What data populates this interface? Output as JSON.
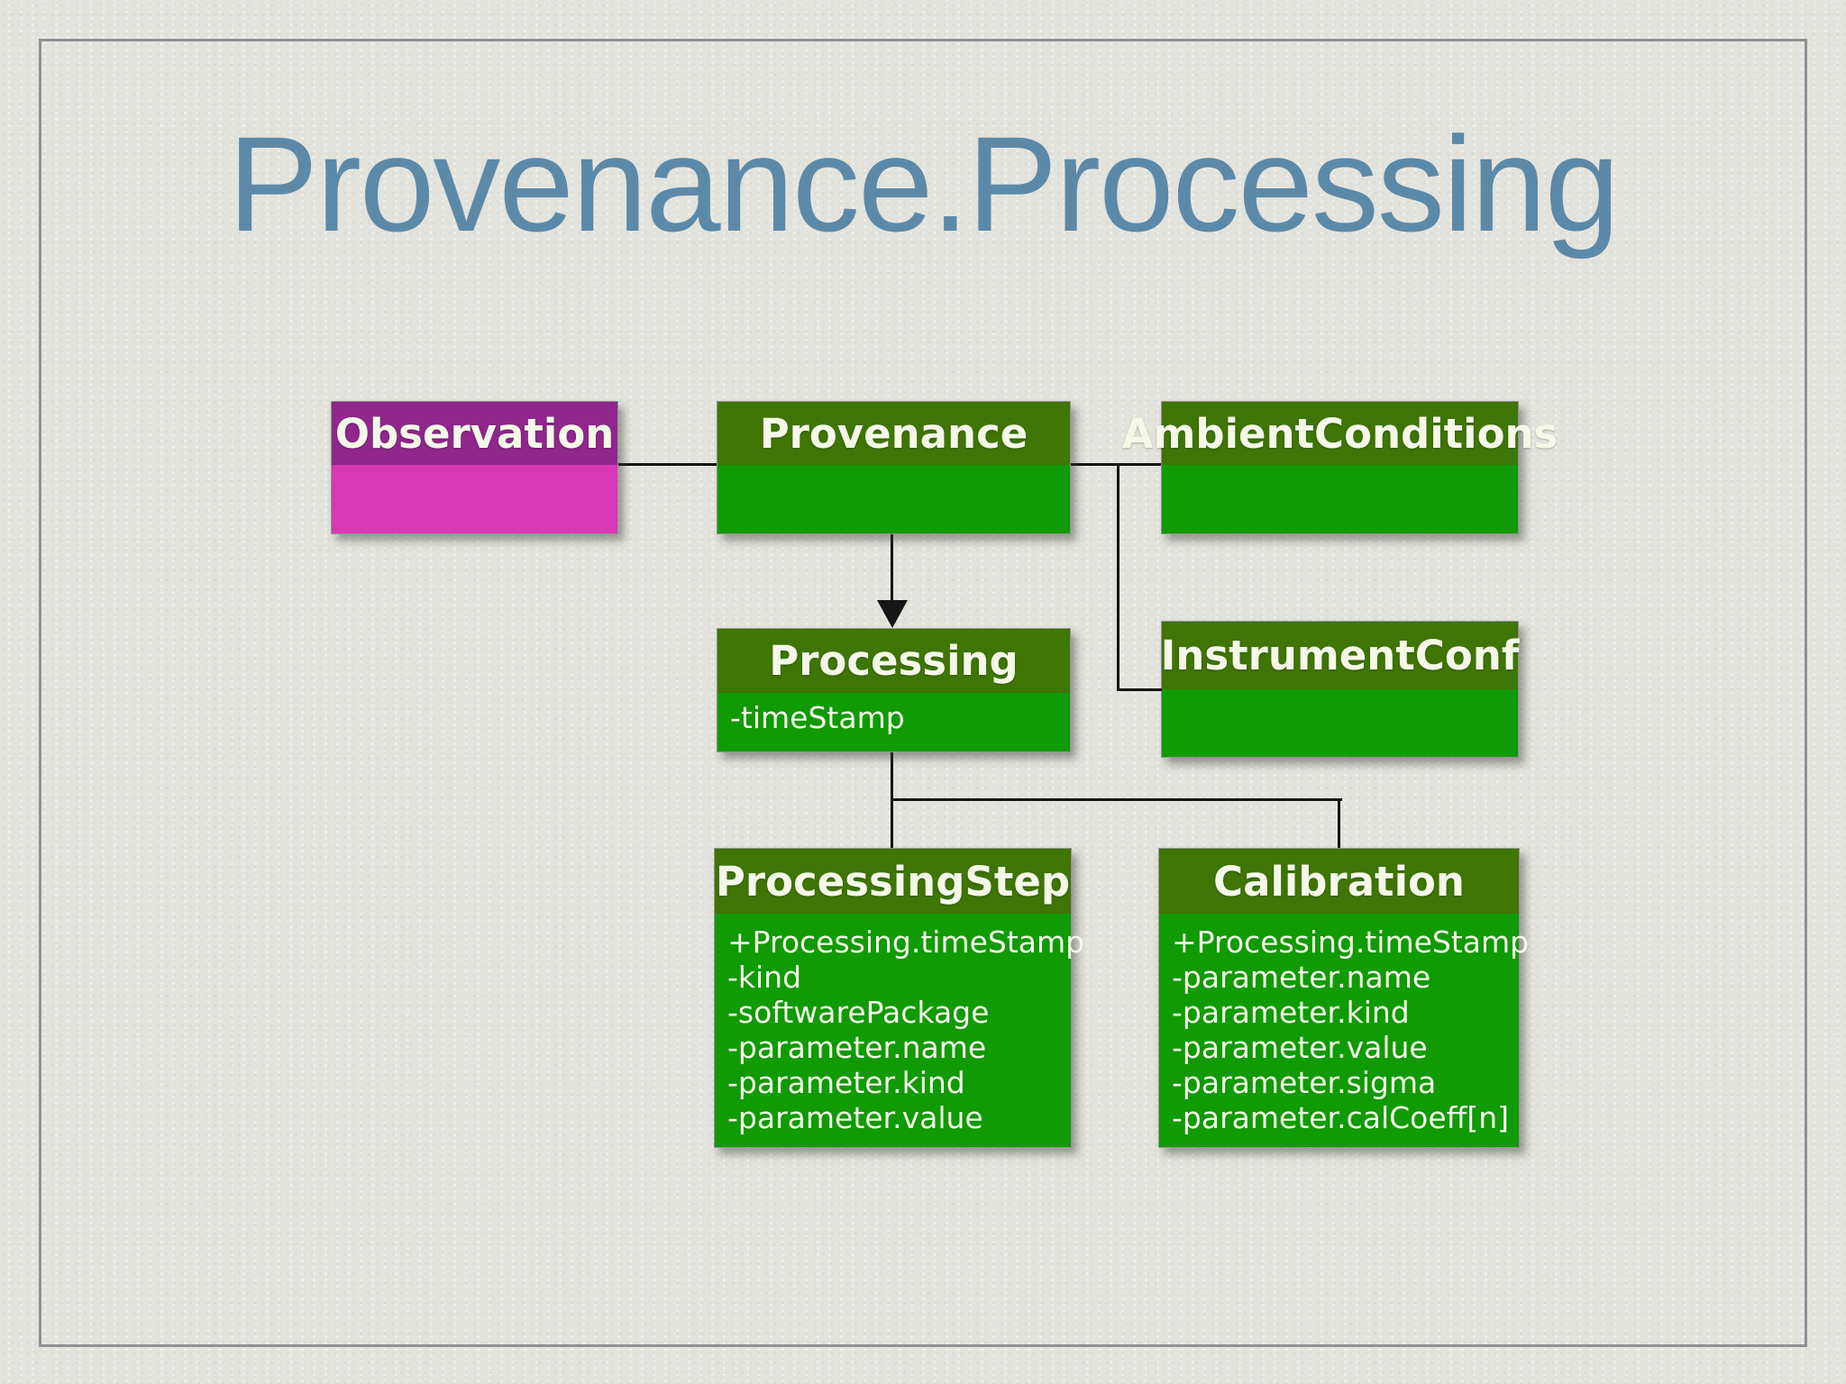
{
  "slide": {
    "title": "Provenance.Processing",
    "title_color": "#5d89a8",
    "background_color": "#e3e3dd",
    "frame_border_color": "#908f94"
  },
  "colors": {
    "green_header": "#3e7504",
    "green_body": "#109a04",
    "purple_header": "#8f278c",
    "magenta_body": "#d838b4",
    "connector_line": "#161616",
    "box_text": "#f4f8e8"
  },
  "diagram": {
    "nodes": [
      {
        "id": "observation",
        "label": "Observation",
        "variant": "purple",
        "attributes": []
      },
      {
        "id": "provenance",
        "label": "Provenance",
        "variant": "green",
        "attributes": []
      },
      {
        "id": "ambient_conditions",
        "label": "AmbientConditions",
        "variant": "green",
        "attributes": []
      },
      {
        "id": "processing",
        "label": "Processing",
        "variant": "green",
        "attributes": [
          "-timeStamp"
        ]
      },
      {
        "id": "instrument_conf",
        "label": "InstrumentConf",
        "variant": "green",
        "attributes": []
      },
      {
        "id": "processing_step",
        "label": "ProcessingStep",
        "variant": "green",
        "attributes": [
          "+Processing.timeStamp",
          "-kind",
          "-softwarePackage",
          "-parameter.name",
          "-parameter.kind",
          "-parameter.value"
        ]
      },
      {
        "id": "calibration",
        "label": "Calibration",
        "variant": "green",
        "attributes": [
          "+Processing.timeStamp",
          "-parameter.name",
          "-parameter.kind",
          "-parameter.value",
          "-parameter.sigma",
          "-parameter.calCoeff[n]"
        ]
      }
    ],
    "edges": [
      {
        "from": "observation",
        "to": "provenance",
        "type": "association"
      },
      {
        "from": "provenance",
        "to": "ambient_conditions",
        "type": "association"
      },
      {
        "from": "provenance",
        "to": "instrument_conf",
        "type": "association"
      },
      {
        "from": "provenance",
        "to": "processing",
        "type": "arrow"
      },
      {
        "from": "processing",
        "to": "processing_step",
        "type": "association"
      },
      {
        "from": "processing",
        "to": "calibration",
        "type": "association"
      }
    ]
  }
}
